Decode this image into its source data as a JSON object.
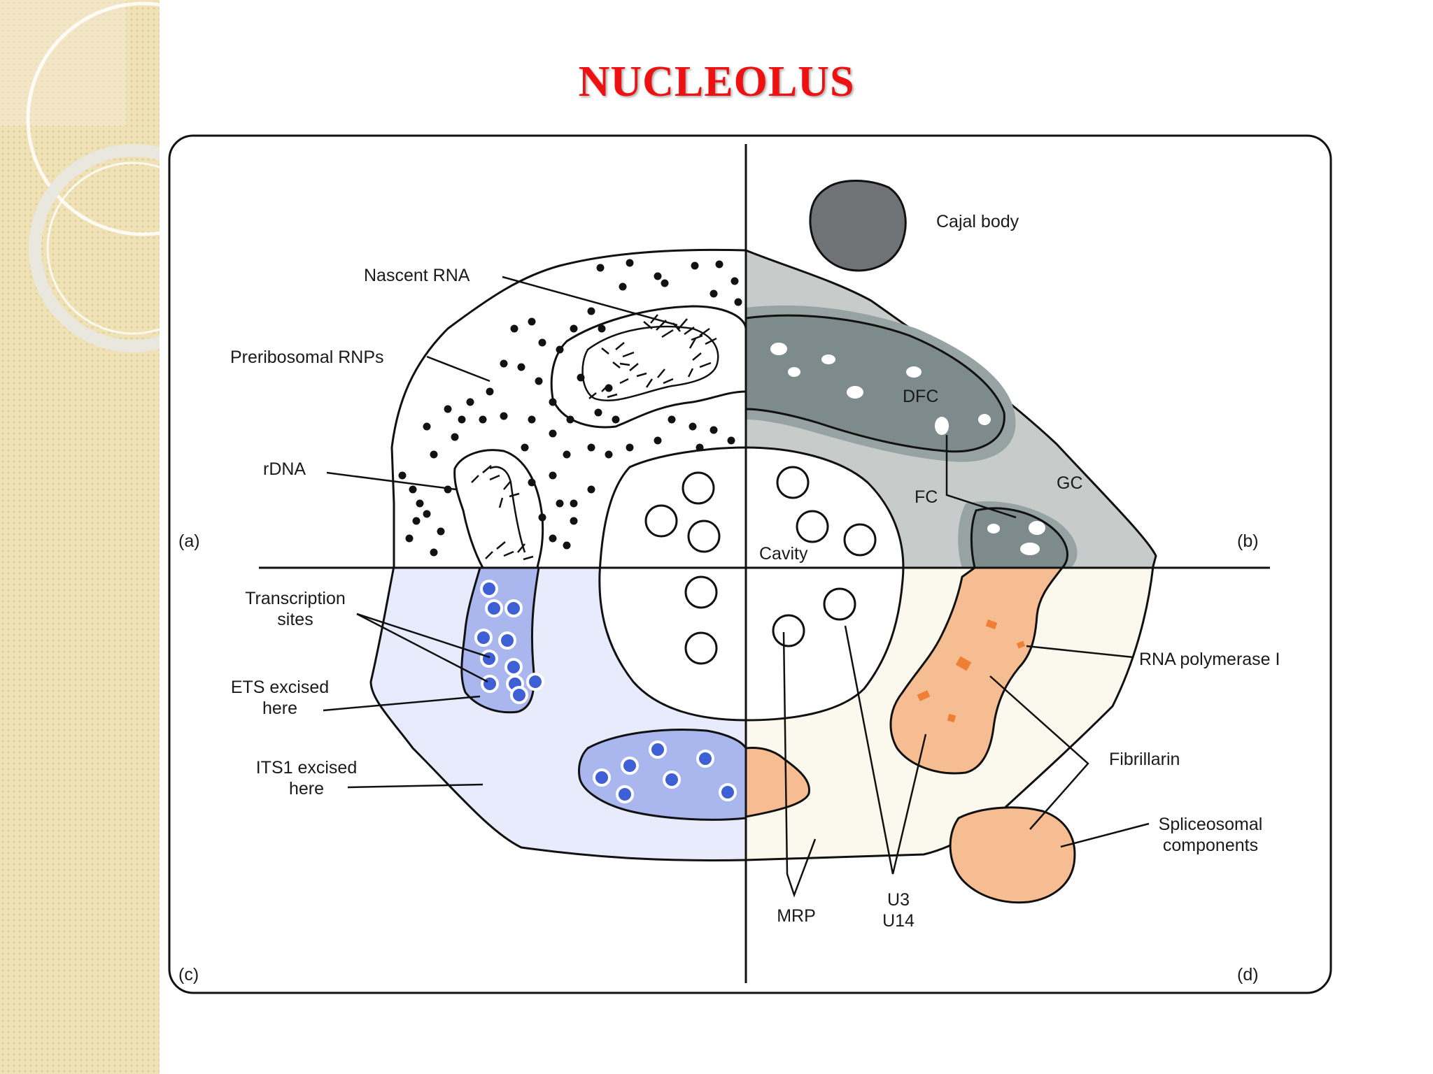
{
  "title": "NUCLEOLUS",
  "colors": {
    "title_red": "#ee1111",
    "sidebar_beige": "#efe2b6",
    "gc_gray": "#c7ccca",
    "dfc_dark": "#7e8b8d",
    "cajal_dark": "#6f7375",
    "blue_fill": "#aab6ee",
    "blue_dot": "#3f5fd6",
    "orange": "#f6bd92",
    "orange_dark": "#f07f36",
    "cream": "#fbf9ed",
    "lavender": "#e8ebfb"
  },
  "panels": {
    "a": "(a)",
    "b": "(b)",
    "c": "(c)",
    "d": "(d)"
  },
  "labels": {
    "nascent_rna": "Nascent RNA",
    "preribosomal_rnps": "Preribosomal RNPs",
    "rdna": "rDNA",
    "cajal_body": "Cajal body",
    "dfc": "DFC",
    "fc": "FC",
    "gc": "GC",
    "cavity": "Cavity",
    "transcription_sites_1": "Transcription",
    "transcription_sites_2": "sites",
    "ets_excised_1": "ETS excised",
    "ets_excised_2": "here",
    "its1_excised_1": "ITS1 excised",
    "its1_excised_2": "here",
    "rna_polymerase": "RNA polymerase I",
    "fibrillarin": "Fibrillarin",
    "spliceosomal_1": "Spliceosomal",
    "spliceosomal_2": "components",
    "mrp": "MRP",
    "u3": "U3",
    "u14": "U14"
  }
}
